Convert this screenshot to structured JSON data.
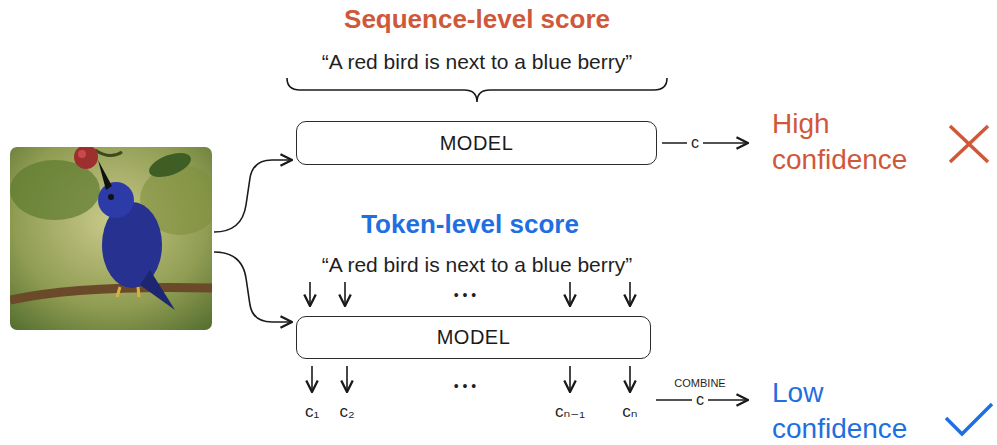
{
  "diagram": {
    "nodes": [
      {
        "text": [
          "MODEL"
        ]
      },
      {
        "text": [
          "MODEL"
        ]
      }
    ],
    "labels": [
      "Sequence-level score",
      "“A red bird is next to a blue berry”",
      "c",
      "High confidence",
      "Token-level score",
      "“A red bird is next to a blue berry”",
      "• • •",
      "c₁",
      "c₂",
      "• • •",
      "cₙ₋₁",
      "cₙ",
      "COMBINE",
      "c",
      "Low confidence"
    ]
  }
}
